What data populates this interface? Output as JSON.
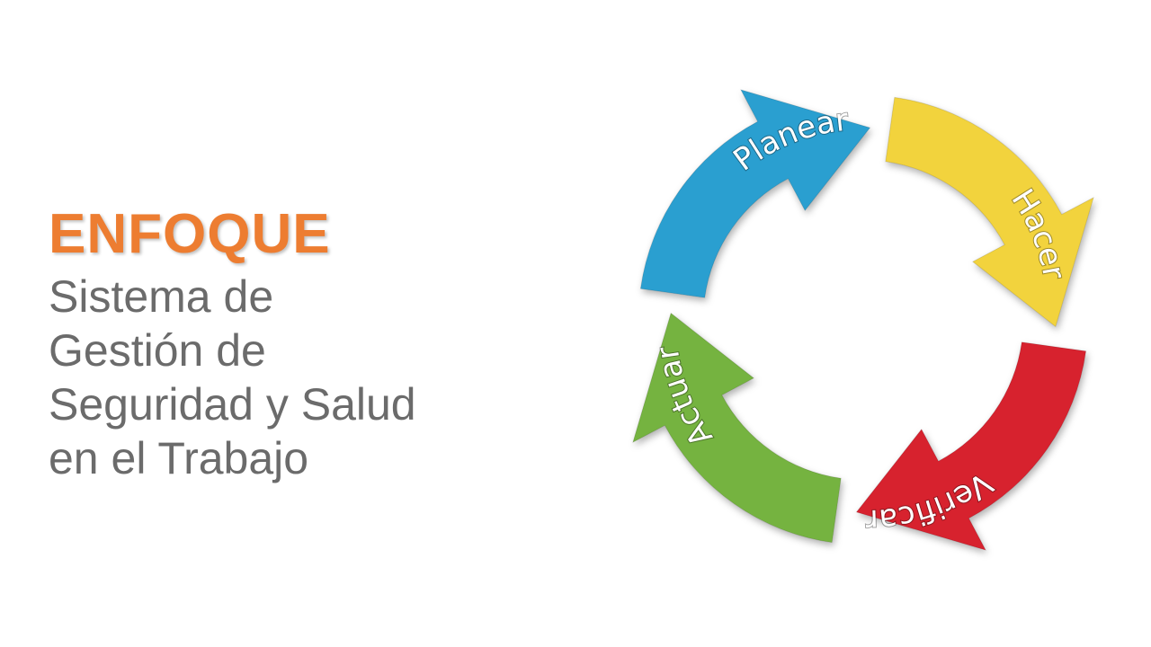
{
  "slide": {
    "heading": "ENFOQUE",
    "subtitle_lines": [
      "Sistema de",
      "Gestión de",
      "Seguridad y Salud",
      "en el Trabajo"
    ]
  },
  "cycle": {
    "steps": [
      {
        "label": "Planear",
        "color": "#2a9fd0"
      },
      {
        "label": "Hacer",
        "color": "#f2d33c"
      },
      {
        "label": "Verificar",
        "color": "#d7202e"
      },
      {
        "label": "Actuar",
        "color": "#74b33f"
      }
    ]
  }
}
